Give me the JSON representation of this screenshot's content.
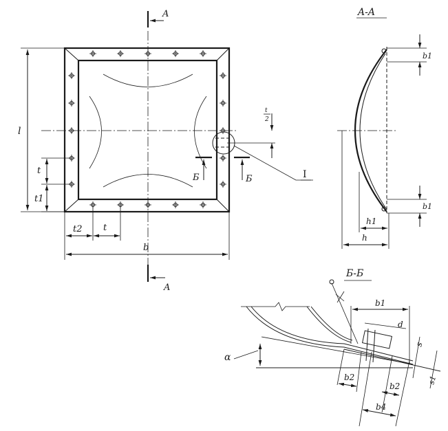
{
  "labels": {
    "section_a_top": "A",
    "section_a_bottom": "A",
    "view_aa_title": "A-A",
    "view_bb_title": "Б-Б",
    "dim_l": "l",
    "dim_t_left": "t",
    "dim_t1": "t1",
    "dim_t2": "t2",
    "dim_t_bottom": "t",
    "dim_b": "b",
    "dim_t_half_num": "t",
    "dim_t_half_den": "2",
    "section_b_left": "Б",
    "section_b_right": "Б",
    "detail_I": "I",
    "aa_b1_top": "b1",
    "aa_b1_bottom": "b1",
    "aa_h1": "h1",
    "aa_h": "h",
    "bb_b1": "b1",
    "bb_d": "d",
    "bb_s": "s",
    "bb_s1": "s1",
    "bb_alpha": "α",
    "bb_b2_left": "b2",
    "bb_b2_right": "b2",
    "bb_b4": "b4"
  }
}
